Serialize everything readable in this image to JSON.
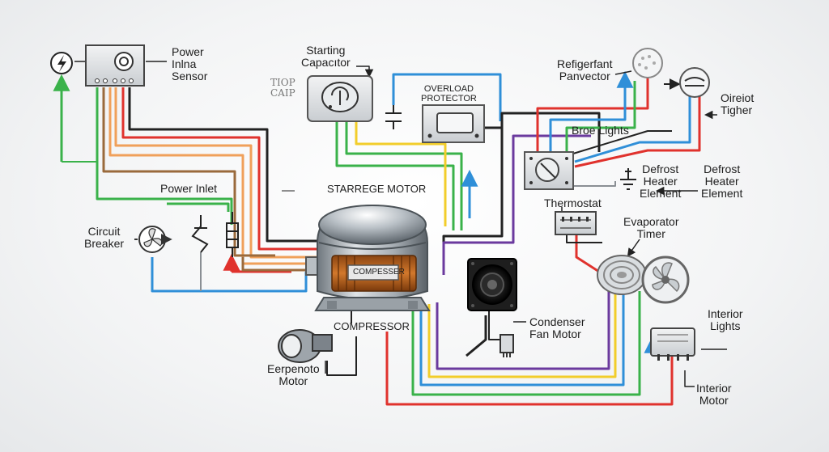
{
  "labels": {
    "power_sensor": [
      "Power",
      "Inlna",
      "Sensor"
    ],
    "starting_capacitor": [
      "Starting",
      "Capacıtor"
    ],
    "tiop_caip": [
      "TIOP",
      "CAIP"
    ],
    "overload_protector": [
      "OVERLOAD",
      "PROTECTOR"
    ],
    "refrigerant_panvector": [
      "Refigerfant",
      "Panvector"
    ],
    "oireiot_tigher": [
      "Oireiot",
      "Tigher"
    ],
    "broe_lights": "Broe Lights",
    "defrost_heater_1": [
      "Defrost",
      "Heater",
      "Element"
    ],
    "defrost_heater_2": [
      "Defrost",
      "Heater",
      "Element"
    ],
    "thermostat": "Thermostat",
    "evaporator_timer": [
      "Evaporator",
      "Timer"
    ],
    "power_inlet": "Power Inlet",
    "storage_motor": "STARREGE MOTOR",
    "circuit_breaker": [
      "Circuit",
      "Breaker"
    ],
    "compressor_badge": "COMPESSER",
    "compressor": "COMPRESSOR",
    "eerpenoto_motor": [
      "Eerpenoto",
      "Motor"
    ],
    "condenser_fan_motor": [
      "Condenser",
      "Fan Motor"
    ],
    "interior_lights": [
      "Interior",
      "Lights"
    ],
    "interior_motor": [
      "Interior",
      "Motor"
    ]
  },
  "colors": {
    "red": "#e0322d",
    "orange": "#f0a05a",
    "brown": "#9a6a3c",
    "green": "#3ab24a",
    "blue": "#2f8fd8",
    "black": "#222222",
    "yellow": "#f2cd2a",
    "purple": "#6b3a9e",
    "gray": "#8a8f94"
  }
}
